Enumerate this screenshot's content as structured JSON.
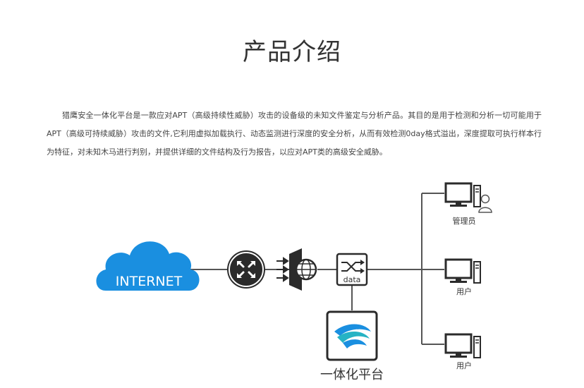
{
  "page": {
    "title": "产品介绍",
    "description": "猎鹰安全一体化平台是一款应对APT（高级持续性威胁）攻击的设备级的未知文件鉴定与分析产品。其目的是用于检测和分析一切可能用于APT（高级可持续威胁）攻击的文件,它利用虚拟加载执行、动态监测进行深度的安全分析，从而有效检测0day格式溢出，深度提取可执行样本行为特征，对未知木马进行判别，并提供详细的文件结构及行为报告，以应对APT类的高级安全威胁。"
  },
  "diagram": {
    "internet_label": "INTERNET",
    "switch_label": "data",
    "platform_label": "一体化平台",
    "endpoints": [
      {
        "label": "管理员",
        "icon": "admin-computer-icon"
      },
      {
        "label": "用户",
        "icon": "computer-icon"
      },
      {
        "label": "用户",
        "icon": "computer-icon"
      }
    ],
    "colors": {
      "cloud": "#1a8fe0",
      "dark": "#2b2b2b",
      "line": "#555555"
    }
  }
}
